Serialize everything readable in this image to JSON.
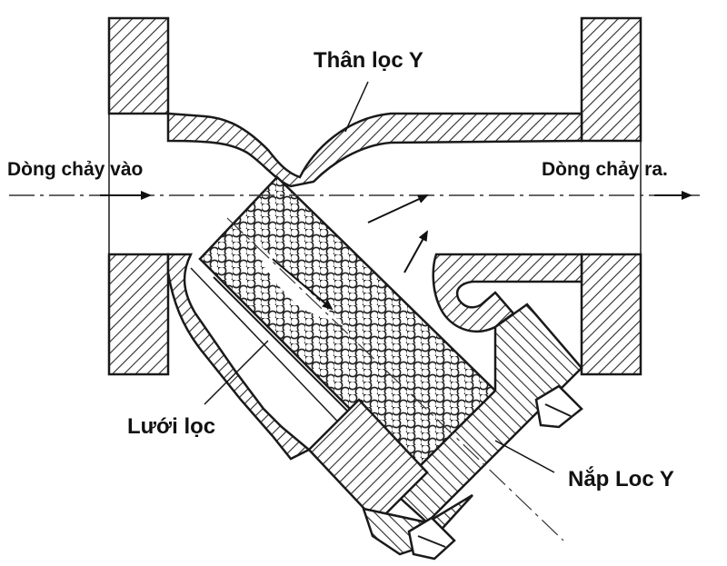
{
  "labels": {
    "body": "Thân lọc Y",
    "inlet": "Dòng chảy vào",
    "outlet": "Dòng chảy ra.",
    "screen": "Lưới lọc",
    "cap": "Nắp Loc Y"
  },
  "colors": {
    "line": "#1a1a1a",
    "hatch": "#2a2a2a",
    "background": "#ffffff"
  }
}
